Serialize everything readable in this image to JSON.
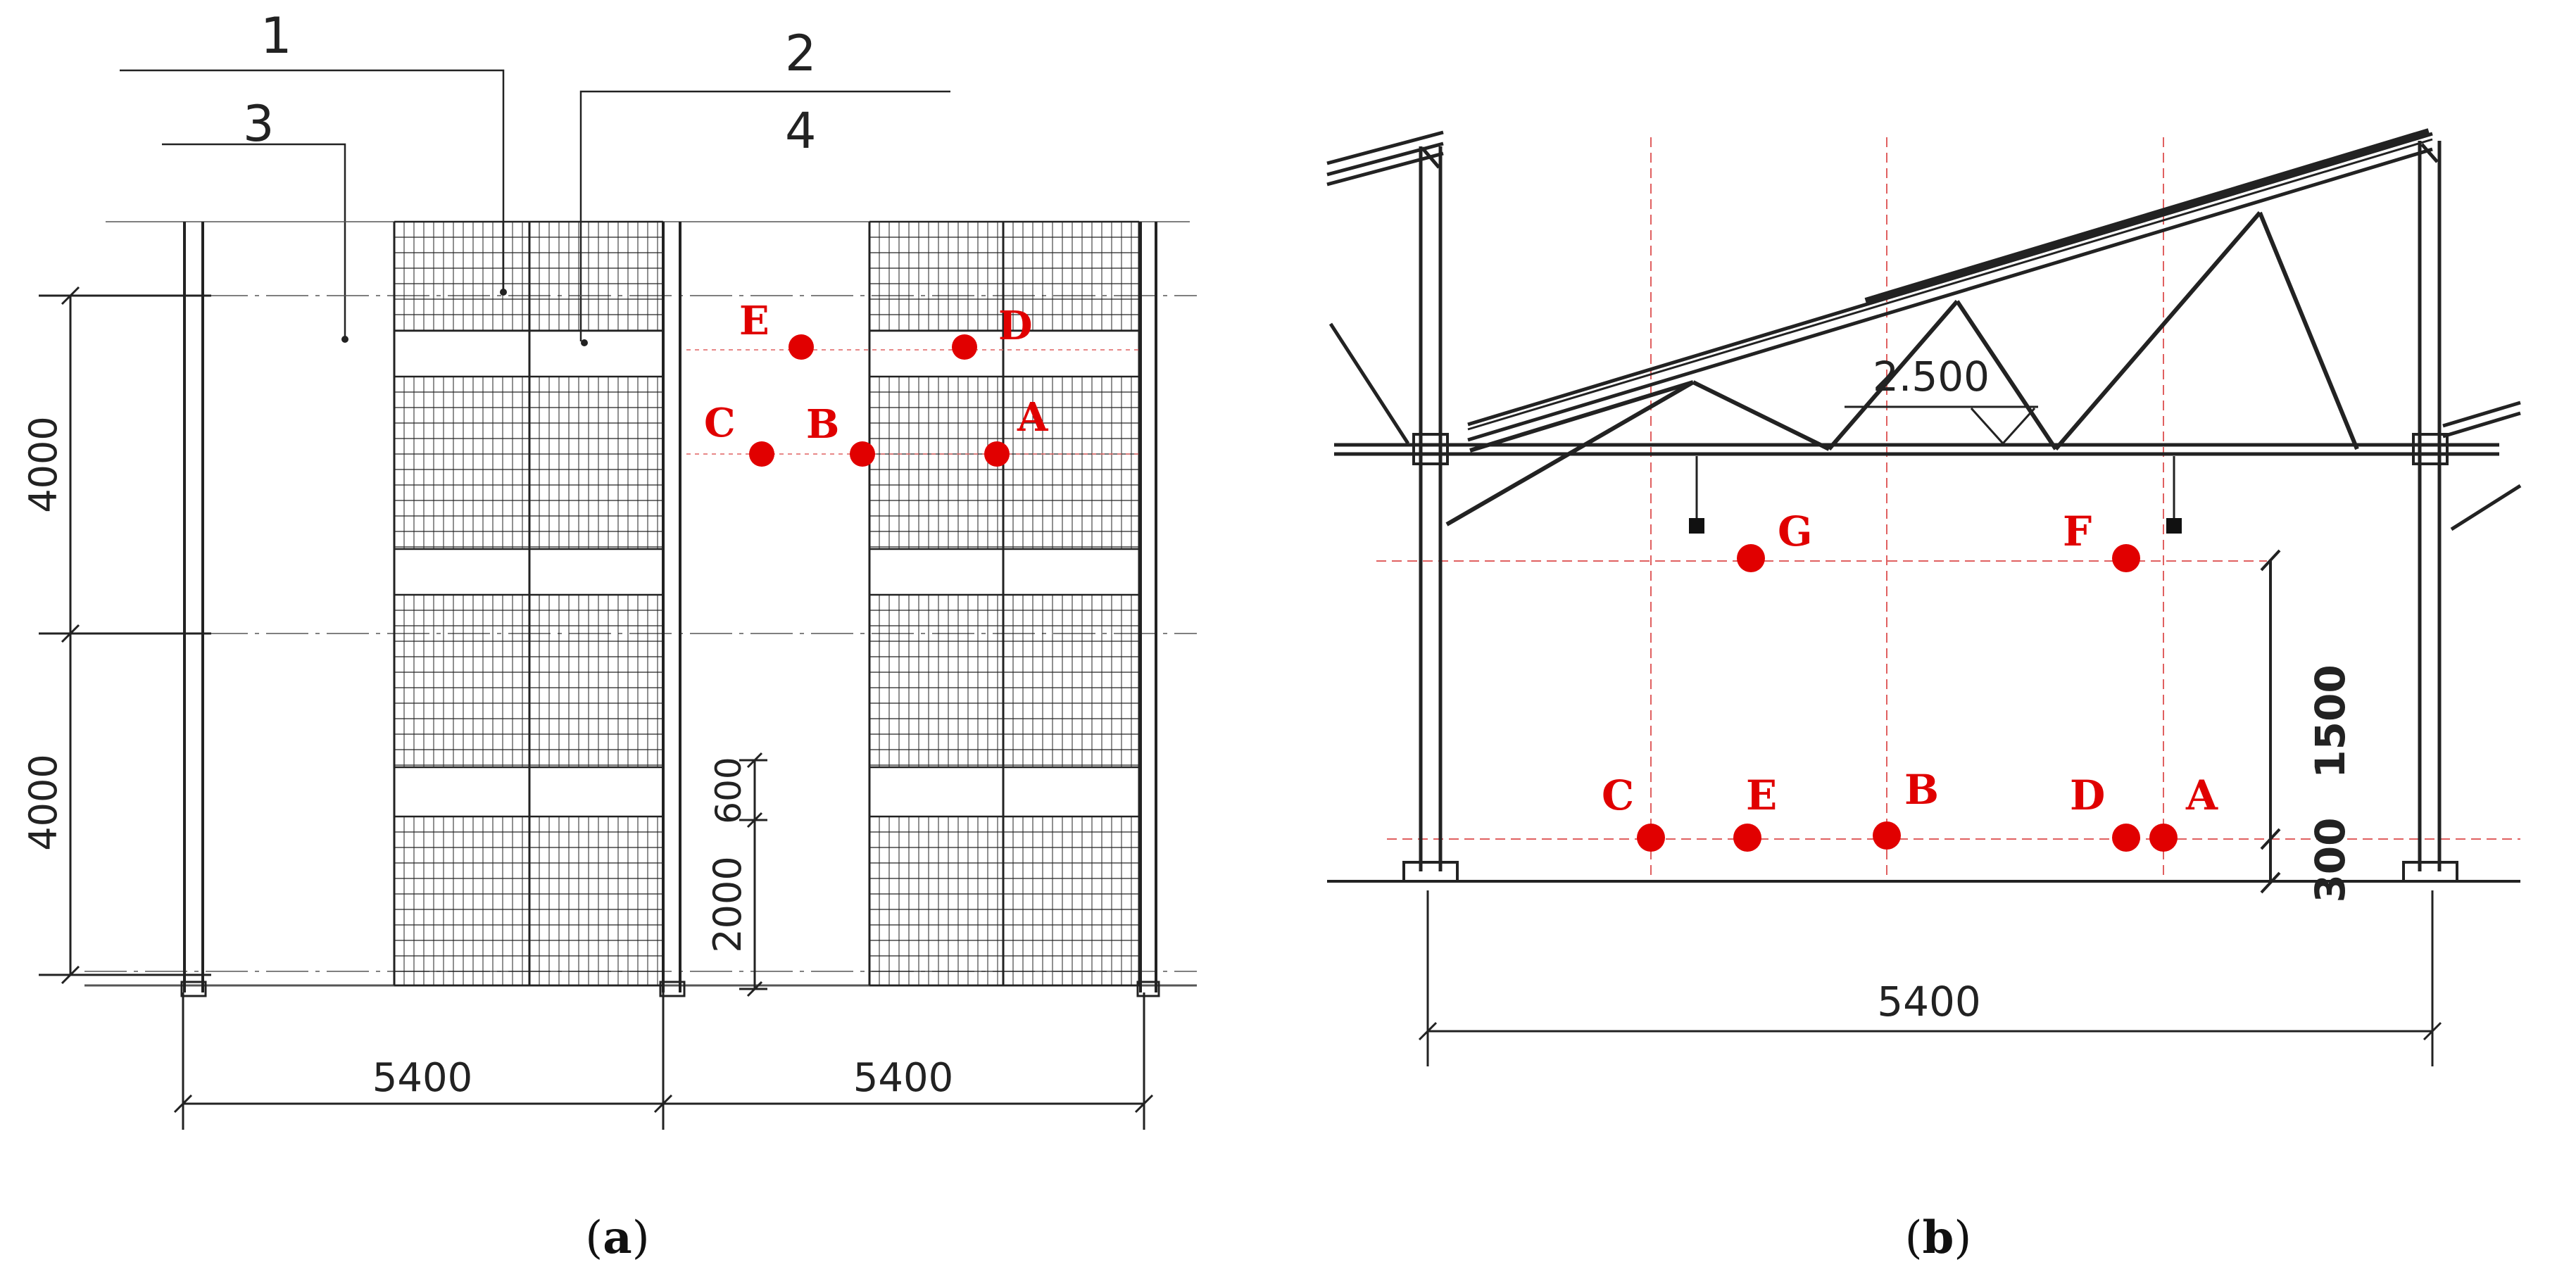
{
  "colors": {
    "point": "#e10000",
    "guide": "#e06060",
    "ink": "#222222"
  },
  "panel_a": {
    "caption_open": "(",
    "caption_letter": "a",
    "caption_close": ")",
    "callouts": [
      "1",
      "2",
      "3",
      "4"
    ],
    "dims": {
      "bay_left": "5400",
      "bay_right": "5400",
      "span_upper": "4000",
      "span_lower": "4000",
      "d600": "600",
      "d2000": "2000"
    },
    "points": [
      "A",
      "B",
      "C",
      "D",
      "E"
    ]
  },
  "panel_b": {
    "caption_open": "(",
    "caption_letter": "b",
    "caption_close": ")",
    "elevation": "2.500",
    "dims": {
      "width": "5400",
      "h1500": "1500",
      "h300": "300"
    },
    "points": [
      "A",
      "B",
      "C",
      "D",
      "E",
      "F",
      "G"
    ]
  }
}
